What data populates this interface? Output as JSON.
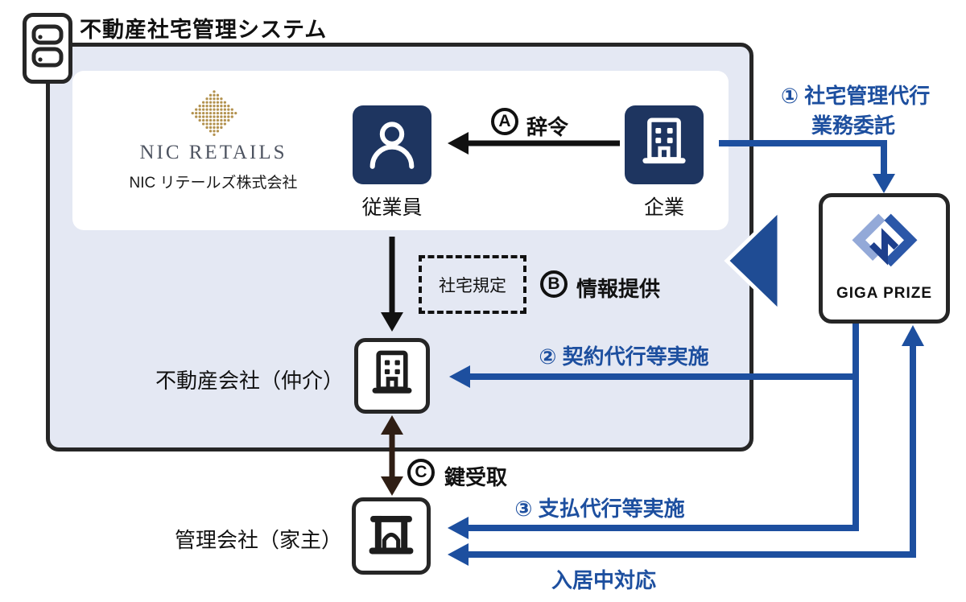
{
  "header": {
    "title": "不動産社宅管理システム"
  },
  "nic": {
    "brand": "NIC RETAILS",
    "company": "NIC リテールズ株式会社"
  },
  "nodes": {
    "employee": {
      "label": "従業員"
    },
    "company": {
      "label": "企業"
    },
    "realtor": {
      "label": "不動産会社（仲介）"
    },
    "landlord": {
      "label": "管理会社（家主）"
    },
    "gigaprize": {
      "name": "GIGA PRIZE"
    }
  },
  "flows": {
    "a": {
      "badge": "A",
      "label": "辞令"
    },
    "b": {
      "badge": "B",
      "label": "情報提供",
      "doc": "社宅規定"
    },
    "c": {
      "badge": "C",
      "label": "鍵受取"
    },
    "f1": {
      "line1": "① 社宅管理代行",
      "line2": "業務委託"
    },
    "f2": {
      "label": "② 契約代行等実施"
    },
    "f3": {
      "label": "③ 支払代行等実施"
    },
    "f4": {
      "label": "入居中対応"
    }
  },
  "colors": {
    "accent_blue": "#1d4f9f",
    "icon_navy": "#1e3560",
    "panel_lavender": "#e4e8f3",
    "nic_gold": "#b3924f",
    "arrow_black": "#161616",
    "arrow_dark_brown": "#2f1e14",
    "border_ink": "#262626"
  }
}
